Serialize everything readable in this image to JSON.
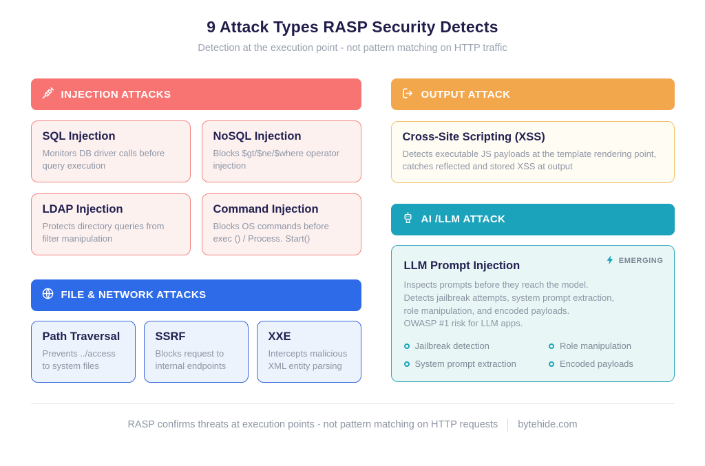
{
  "page": {
    "title": "9 Attack Types RASP Security Detects",
    "subtitle": "Detection at the execution point - not pattern matching on HTTP traffic"
  },
  "colors": {
    "title_text": "#201d4a",
    "muted_text": "#8e96a5",
    "red": "#f77473",
    "red_card_bg": "#fdf1f0",
    "blue": "#2e6be9",
    "blue_card_bg": "#edf3fc",
    "orange": "#f3a74d",
    "orange_card_bg": "#fffcf3",
    "teal": "#1aa3bb",
    "teal_card_bg": "#e8f6f6"
  },
  "sections": {
    "injection": {
      "header": "INJECTION ATTACKS",
      "icon": "syringe-icon",
      "cards": [
        {
          "title": "SQL Injection",
          "desc": "Monitors DB driver calls before query execution"
        },
        {
          "title": "NoSQL Injection",
          "desc": "Blocks $gt/$ne/$where operator injection"
        },
        {
          "title": "LDAP Injection",
          "desc": "Protects directory queries from filter manipulation"
        },
        {
          "title": "Command Injection",
          "desc": "Blocks OS commands before exec () / Process. Start()"
        }
      ]
    },
    "file_network": {
      "header": "FILE & NETWORK ATTACKS",
      "icon": "globe-icon",
      "cards": [
        {
          "title": "Path Traversal",
          "desc": "Prevents ../access to system files"
        },
        {
          "title": "SSRF",
          "desc": "Blocks request to internal endpoints"
        },
        {
          "title": "XXE",
          "desc": "Intercepts malicious XML entity parsing"
        }
      ]
    },
    "output": {
      "header": "OUTPUT ATTACK",
      "icon": "output-icon",
      "cards": [
        {
          "title": "Cross-Site Scripting (XSS)",
          "desc": "Detects executable JS payloads at the template rendering point, catches reflected and stored XSS at output"
        }
      ]
    },
    "ai_llm": {
      "header": "AI /LLM ATTACK",
      "icon": "robot-icon",
      "card": {
        "badge": "EMERGING",
        "title": "LLM Prompt Injection",
        "desc_lines": [
          "Inspects prompts before they reach the model.",
          "Detects jailbreak attempts, system prompt extraction,",
          "role  manipulation, and encoded payloads.",
          "OWASP #1 risk for LLM apps."
        ],
        "bullets": [
          "Jailbreak detection",
          "System prompt extraction",
          "Role manipulation",
          "Encoded payloads"
        ]
      }
    }
  },
  "footer": {
    "text": "RASP confirms threats at execution points - not pattern matching on HTTP requests",
    "brand": "bytehide.com"
  }
}
